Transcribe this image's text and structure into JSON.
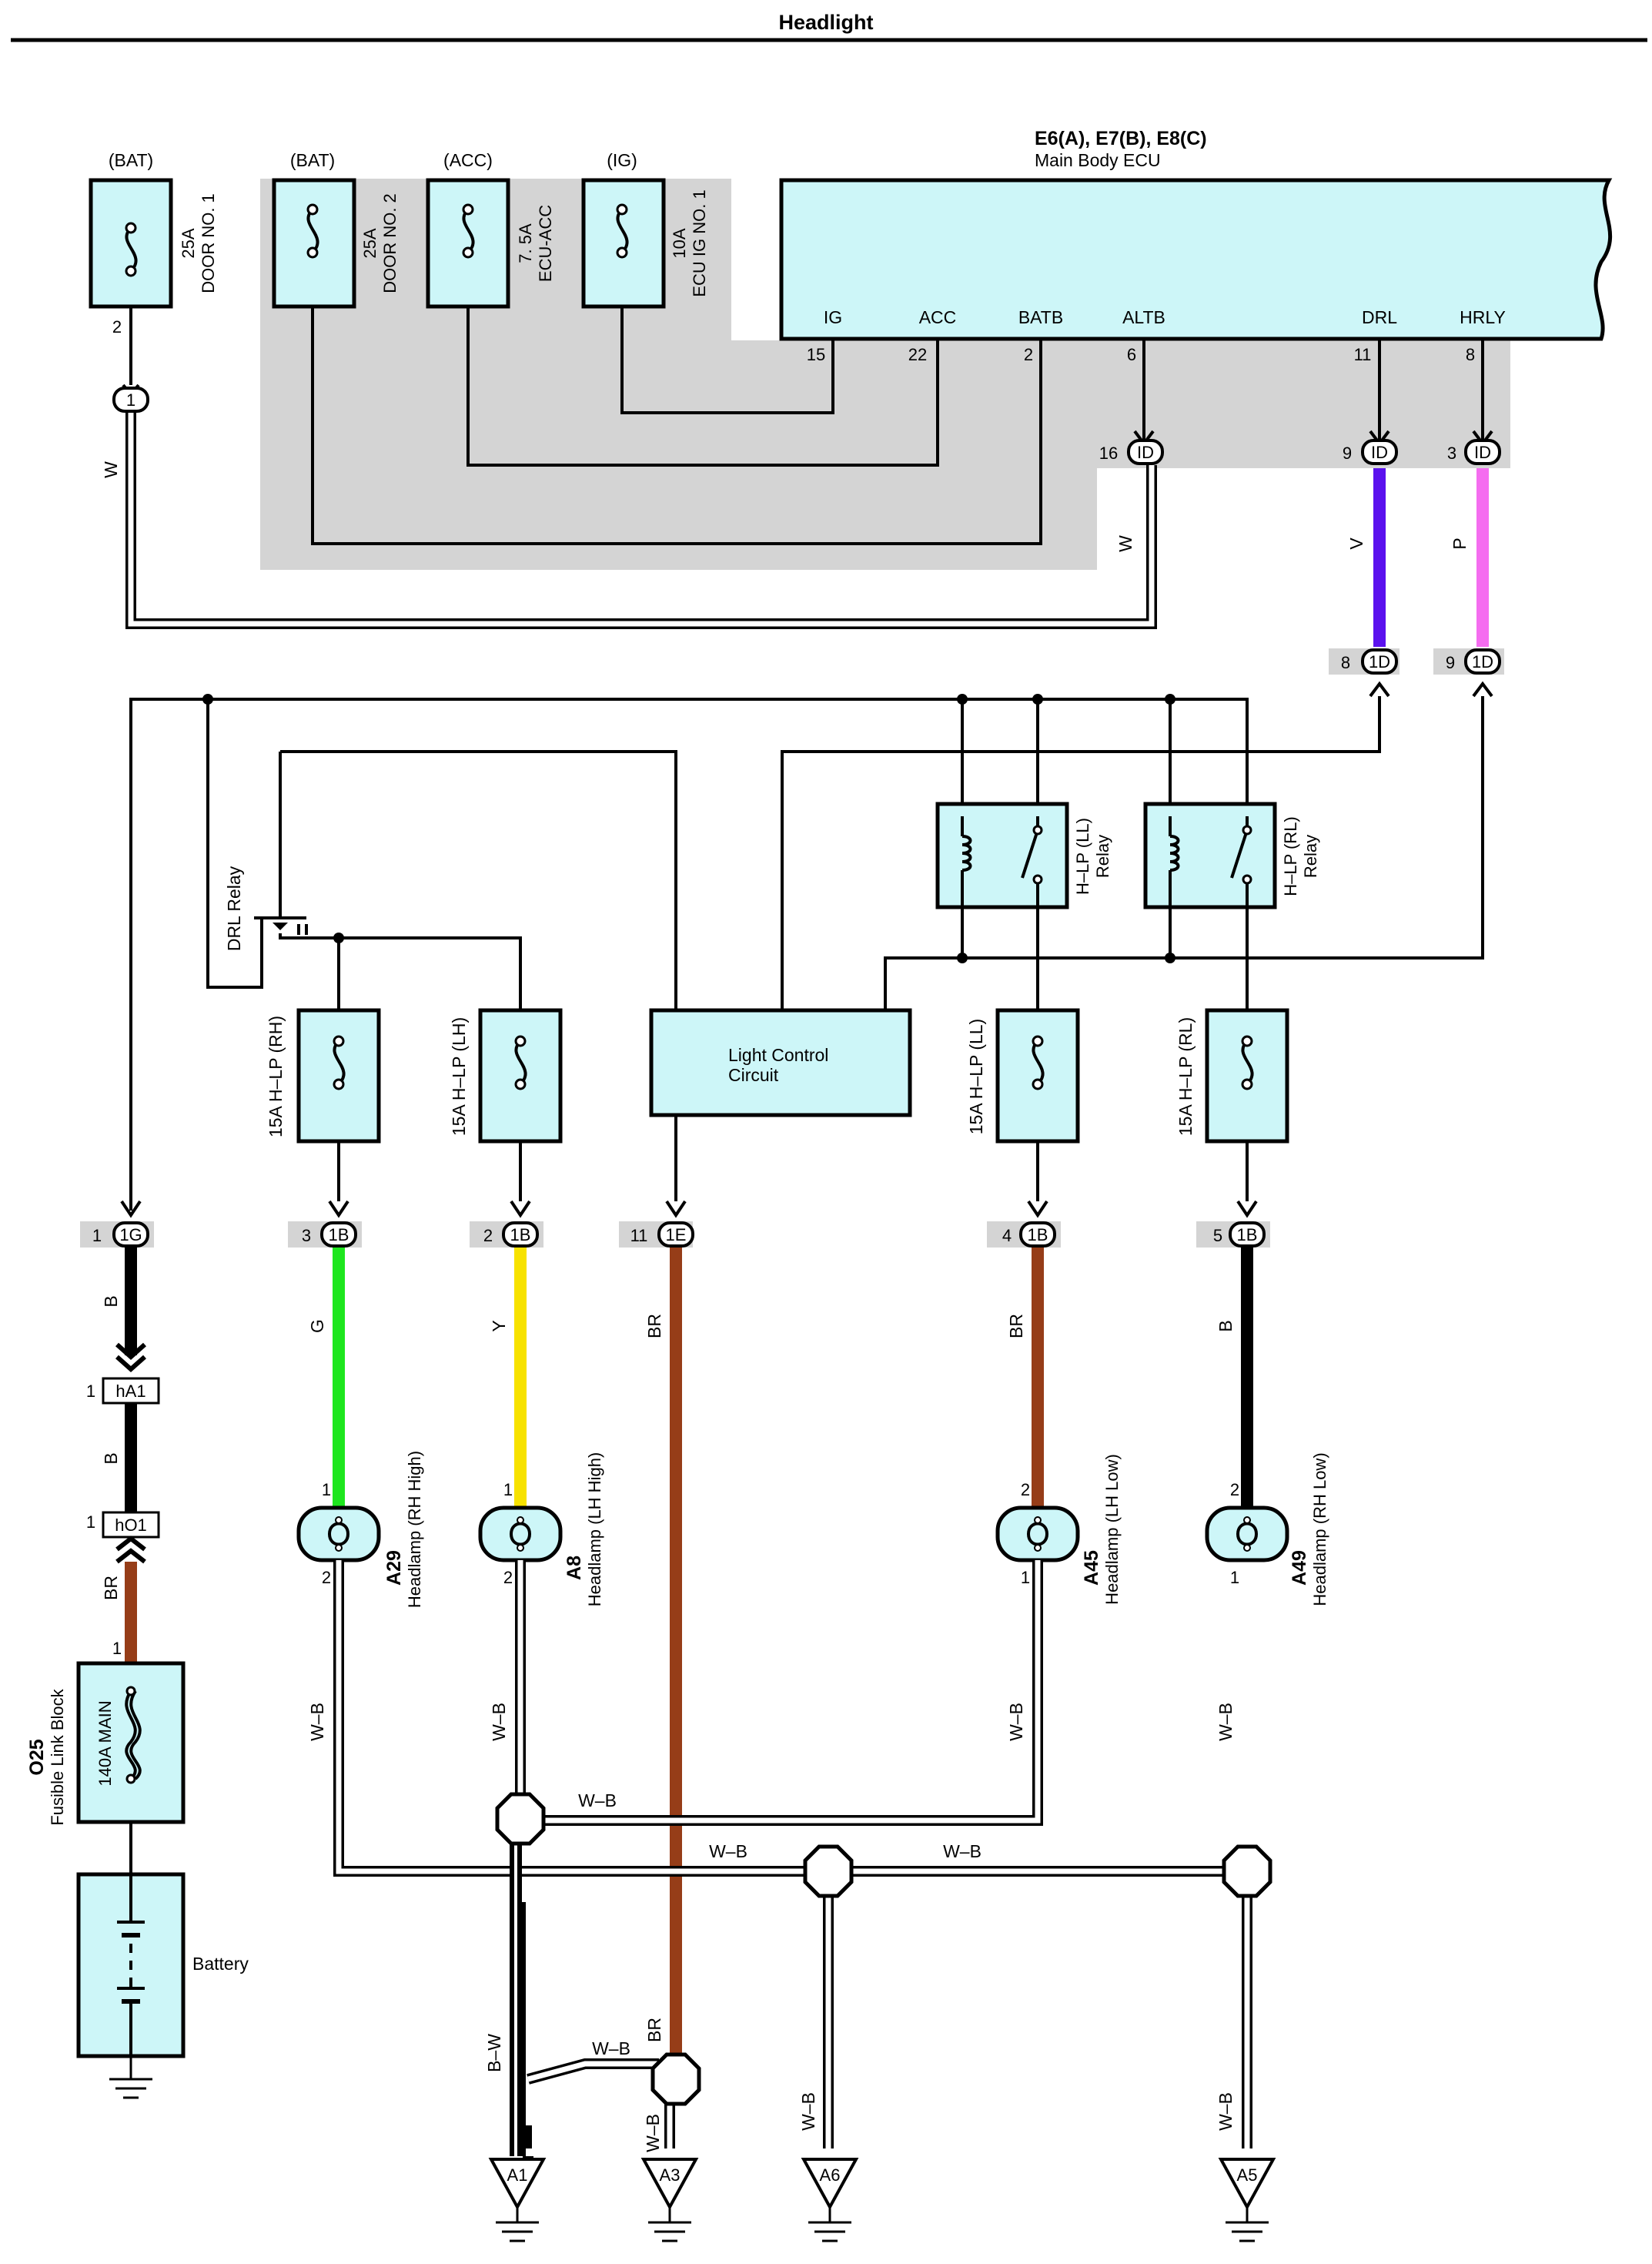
{
  "title": "Headlight",
  "ecu": {
    "id": "E6(A), E7(B), E8(C)",
    "name": "Main Body ECU",
    "pins": [
      {
        "name": "IG",
        "num": "15"
      },
      {
        "name": "ACC",
        "num": "22"
      },
      {
        "name": "BATB",
        "num": "2"
      },
      {
        "name": "ALTB",
        "num": "6"
      },
      {
        "name": "DRL",
        "num": "11"
      },
      {
        "name": "HRLY",
        "num": "8"
      }
    ]
  },
  "top_fuses": [
    {
      "source": "(BAT)",
      "rating": "25A",
      "name": "DOOR NO. 1",
      "pin": "2"
    },
    {
      "source": "(BAT)",
      "rating": "25A",
      "name": "DOOR NO. 2"
    },
    {
      "source": "(ACC)",
      "rating": "7. 5A",
      "name": "ECU-ACC"
    },
    {
      "source": "(IG)",
      "rating": "10A",
      "name": "ECU IG NO. 1"
    }
  ],
  "connectors": {
    "c1": {
      "label": "1"
    },
    "id16": {
      "pin": "16",
      "label": "ID"
    },
    "id9": {
      "pin": "9",
      "label": "ID"
    },
    "id3": {
      "pin": "3",
      "label": "ID"
    },
    "d8": {
      "pin": "8",
      "label": "1D"
    },
    "d9": {
      "pin": "9",
      "label": "1D"
    },
    "g1": {
      "pin": "1",
      "label": "1G"
    },
    "b3": {
      "pin": "3",
      "label": "1B"
    },
    "b2": {
      "pin": "2",
      "label": "1B"
    },
    "e11": {
      "pin": "11",
      "label": "1E"
    },
    "b4": {
      "pin": "4",
      "label": "1B"
    },
    "b5": {
      "pin": "5",
      "label": "1B"
    },
    "ha1": {
      "pin": "1",
      "label": "hA1"
    },
    "ho1": {
      "pin": "1",
      "label": "hO1"
    }
  },
  "relays": {
    "drl": "DRL Relay",
    "ll": {
      "line1": "H–LP (LL)",
      "line2": "Relay"
    },
    "rl": {
      "line1": "H–LP (RL)",
      "line2": "Relay"
    }
  },
  "light_control": {
    "line1": "Light Control",
    "line2": "Circuit"
  },
  "hlp_fuses": [
    "15A H–LP (RH)",
    "15A H–LP (LH)",
    "15A H–LP (LL)",
    "15A H–LP (RL)"
  ],
  "headlamps": [
    {
      "id": "A29",
      "name": "Headlamp (RH High)",
      "top_pin": "1",
      "bottom_pin": "2"
    },
    {
      "id": "A8",
      "name": "Headlamp (LH High)",
      "top_pin": "1",
      "bottom_pin": "2"
    },
    {
      "id": "A45",
      "name": "Headlamp (LH Low)",
      "top_pin": "2",
      "bottom_pin": "1"
    },
    {
      "id": "A49",
      "name": "Headlamp (RH Low)",
      "top_pin": "2",
      "bottom_pin": "1"
    }
  ],
  "wire_labels": {
    "w": "W",
    "v": "V",
    "p": "P",
    "b": "B",
    "br": "BR",
    "g": "G",
    "y": "Y",
    "wb": "W–B",
    "bw": "B–W"
  },
  "fusible_link": {
    "id": "O25",
    "name": "Fusible Link Block",
    "rating": "140A MAIN",
    "pin": "1"
  },
  "battery": "Battery",
  "grounds": [
    "A1",
    "A3",
    "A6",
    "A5"
  ],
  "colors": {
    "box_fill": "#cdf6f8",
    "shaded": "#d4d4d4",
    "wire_violet": "#5b11ee",
    "wire_pink": "#f56df0",
    "wire_green": "#1ee61e",
    "wire_yellow": "#f7e200",
    "wire_brown": "#963d18",
    "wire_black": "#000000"
  }
}
